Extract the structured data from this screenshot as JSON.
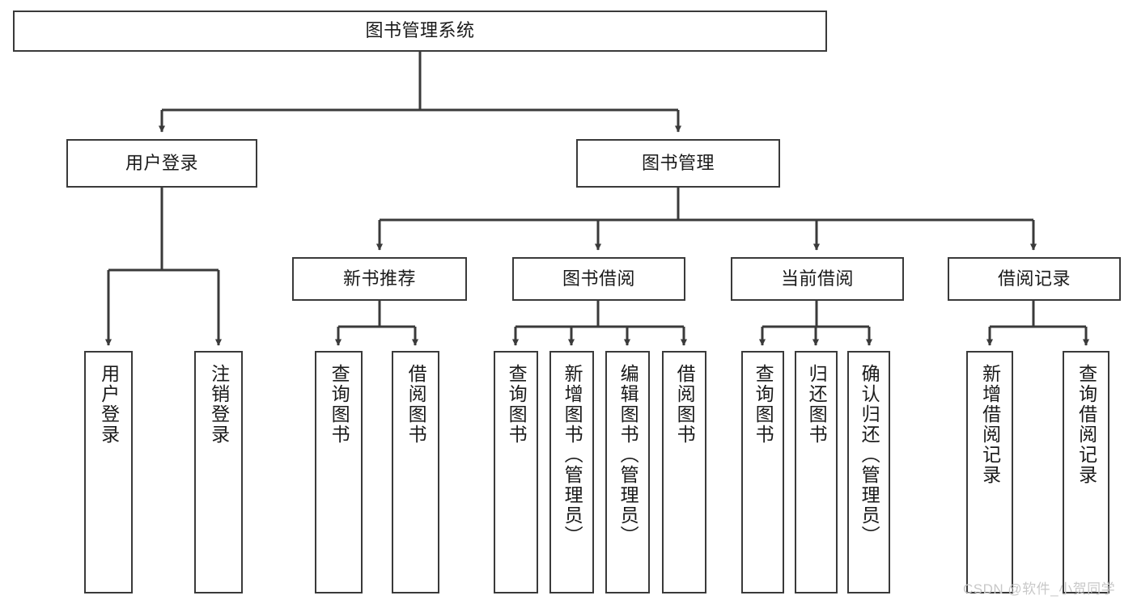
{
  "diagram": {
    "title": "图书管理系统",
    "root": {
      "label": "图书管理系统"
    },
    "level1": [
      {
        "label": "用户登录"
      },
      {
        "label": "图书管理"
      }
    ],
    "level2": [
      {
        "label": "新书推荐"
      },
      {
        "label": "图书借阅"
      },
      {
        "label": "当前借阅"
      },
      {
        "label": "借阅记录"
      }
    ],
    "leaves": {
      "user_login": [
        {
          "label": "用户登录"
        },
        {
          "label": "注销登录"
        }
      ],
      "new_book_recommend": [
        {
          "label": "查询图书"
        },
        {
          "label": "借阅图书"
        }
      ],
      "book_borrow": [
        {
          "label": "查询图书"
        },
        {
          "label": "新增图书（管理员）"
        },
        {
          "label": "编辑图书（管理员）"
        },
        {
          "label": "借阅图书"
        }
      ],
      "current_borrow": [
        {
          "label": "查询图书"
        },
        {
          "label": "归还图书"
        },
        {
          "label": "确认归还（管理员）"
        }
      ],
      "borrow_record": [
        {
          "label": "新增借阅记录"
        },
        {
          "label": "查询借阅记录"
        }
      ]
    }
  },
  "watermark": {
    "text": "CSDN @软件_小贺同学"
  },
  "colors": {
    "box_border": "#3a3a3a",
    "box_fill": "#ffffff",
    "text": "#1a1a1a",
    "connector": "#3a3a3a",
    "watermark": "#c8c8c8"
  }
}
